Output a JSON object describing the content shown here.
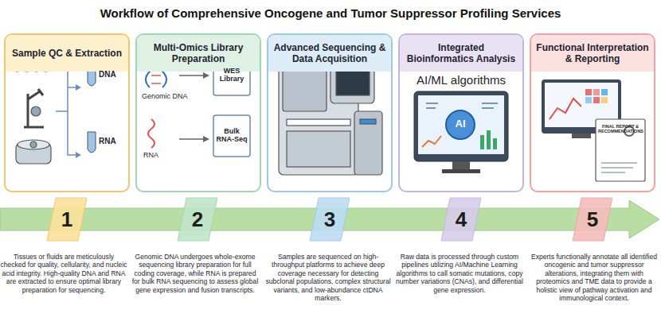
{
  "diagram": {
    "title": "Workflow of Comprehensive Oncogene and Tumor Suppressor Profiling Services",
    "nodes": [
      {
        "text": [
          "Sample QC & Extraction"
        ]
      },
      {
        "text": [
          "Multi-Omics Library Preparation"
        ]
      },
      {
        "text": [
          "Advanced Sequencing & Data Acquisition"
        ]
      },
      {
        "text": [
          "Integrated Bioinformatics Analysis"
        ]
      },
      {
        "text": [
          "Functional Interpretation & Reporting"
        ]
      },
      {
        "text": [
          "1"
        ]
      },
      {
        "text": [
          "2"
        ]
      },
      {
        "text": [
          "3"
        ]
      },
      {
        "text": [
          "4"
        ]
      },
      {
        "text": [
          "5"
        ]
      }
    ],
    "labels": [
      "DNA",
      "RNA",
      "Genomic DNA",
      "WES Library",
      "RNA",
      "Bulk RNA-Seq",
      "AI/ML algorithms",
      "AI",
      "FINAL REPORT & RECOMMENDATIONS",
      "Tissues or fluids are meticulously checked for quality, cellularity, and nucleic acid integrity. High-quality DNA and RNA are extracted to ensure optimal library preparation for sequencing.",
      "Genomic DNA undergoes whole-exome sequencing library preparation for full coding coverage, while RNA is prepared for bulk RNA sequencing to assess global gene expression and fusion transcripts.",
      "Samples are sequenced on high-throughput platforms to achieve deep coverage necessary for detecting subclonal populations, complex structural variants, and low-abundance ctDNA markers.",
      "Raw data is processed through custom pipelines utilizing AI/Machine Learning algorithms to call somatic mutations, copy number variations (CNAs), and differential gene expression.",
      "Experts functionally annotate all identified oncogenic and tumor suppressor alterations, integrating them with proteomics and TME data to provide a holistic view of pathway activation and immunological context."
    ]
  }
}
